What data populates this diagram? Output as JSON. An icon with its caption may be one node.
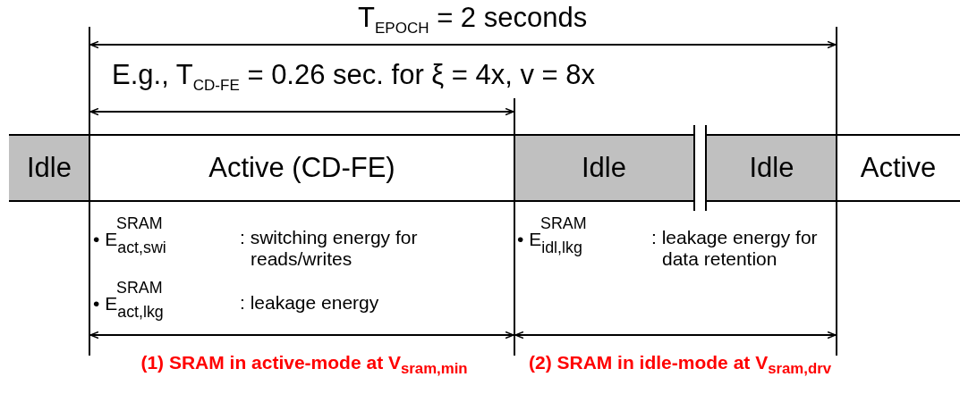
{
  "diagram": {
    "nodes": [
      {
        "text": [
          "Idle"
        ]
      },
      {
        "text": [
          "Active (CD-FE)"
        ]
      },
      {
        "text": [
          "Idle"
        ]
      },
      {
        "text": [
          "Idle"
        ]
      },
      {
        "text": [
          "Active"
        ]
      }
    ],
    "edges": [],
    "labels": [
      "T$_{EPOCH}$ = 2 seconds",
      "E.g., T$_{CD-FE}$ = 0.26 sec. for ξ = 4x, v = 8x",
      "• E$^{SRAM}$$_{act,swi}$",
      ": switching energy for reads/writes",
      "• E$^{SRAM}$$_{act,lkg}$",
      ": leakage energy",
      "• E$^{SRAM}$$_{idl,lkg}$",
      ": leakage energy for data retention",
      "(1) SRAM in active-mode at V$_{sram,min}$",
      "(2) SRAM in idle-mode at V$_{sram,drv}$"
    ]
  }
}
